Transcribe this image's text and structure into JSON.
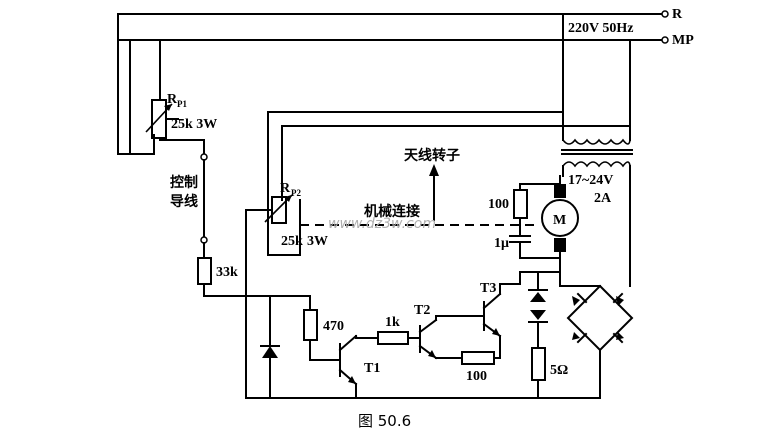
{
  "supply": {
    "line_r": "R",
    "line_mp": "MP",
    "rating": "220V 50Hz"
  },
  "rp1": {
    "name": "R",
    "sub": "P1",
    "value": "25k 3W"
  },
  "rp2": {
    "name": "R",
    "sub": "P2",
    "value_k": "25k",
    "value_w": "3W"
  },
  "control_wire": [
    "控制",
    "导线"
  ],
  "r33k": "33k",
  "r470": "470",
  "r1k": "1k",
  "r100_base": "100",
  "r100_motor": "100",
  "cap": "1μ",
  "r5": "5Ω",
  "transistors": {
    "t1": "T1",
    "t2": "T2",
    "t3": "T3"
  },
  "transformer": {
    "secondary": "17~24V",
    "current": "2A"
  },
  "motor": "M",
  "antenna_rotor": "天线转子",
  "mech_link": "机械连接",
  "watermark": "www.dz3w.com",
  "caption": "图 50.6"
}
